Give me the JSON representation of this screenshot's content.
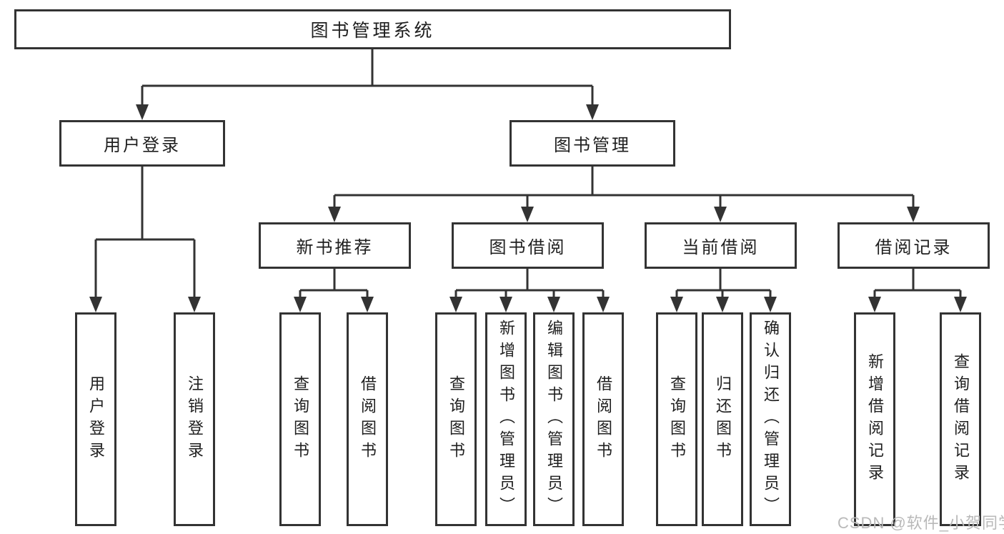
{
  "boxes": {
    "root": "图书管理系统",
    "level2": [
      "用户登录",
      "图书管理"
    ],
    "level3": [
      "新书推荐",
      "图书借阅",
      "当前借阅",
      "借阅记录"
    ],
    "leaves": [
      "用户登录",
      "注销登录",
      "查询图书",
      "借阅图书",
      "查询图书",
      "新增图书（管理员）",
      "编辑图书（管理员）",
      "借阅图书",
      "查询图书",
      "归还图书",
      "确认归还（管理员）",
      "新增借阅记录",
      "查询借阅记录"
    ]
  },
  "watermark": {
    "text": "CSDN @软件_小贺同学",
    "color": "#b9b9b9"
  },
  "colors": {
    "line": "#333333",
    "box_border": "#333333",
    "text": "#1f1f1f",
    "background": "#ffffff"
  }
}
